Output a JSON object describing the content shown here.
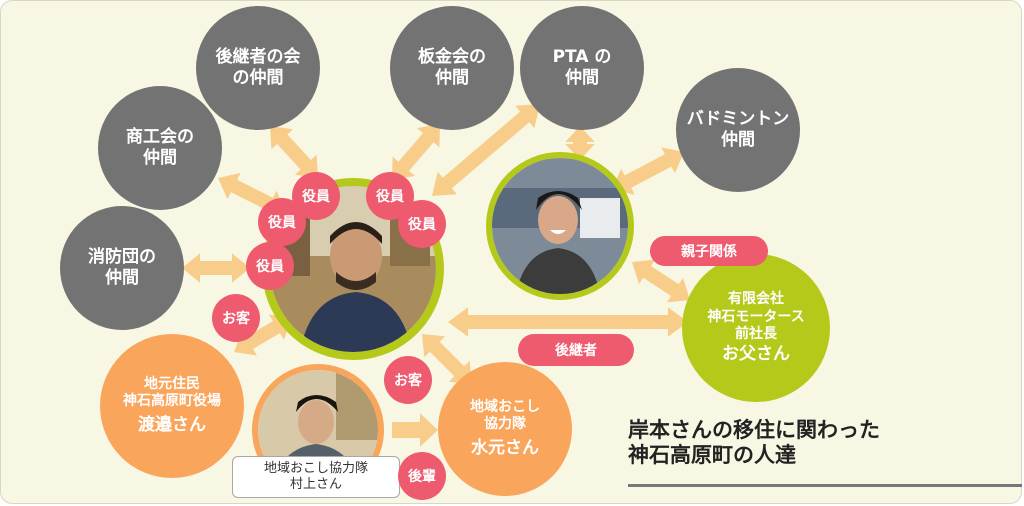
{
  "title": {
    "line1": "岸本さんの移住に関わった",
    "line2": "神石高原町の人達"
  },
  "groups": {
    "koukeisha": {
      "line1": "後継者の会",
      "line2": "の仲間"
    },
    "bankin": {
      "line1": "板金会の",
      "line2": "仲間"
    },
    "pta": {
      "line1": "PTA の",
      "line2": "仲間"
    },
    "shoukou": {
      "line1": "商工会の",
      "line2": "仲間"
    },
    "badminton": {
      "line1": "バドミントン",
      "line2": "仲間"
    },
    "shouboudan": {
      "line1": "消防団の",
      "line2": "仲間"
    }
  },
  "people": {
    "watanabe": {
      "line1": "地元住民",
      "line2": "神石高原町役場",
      "line3": "渡邉さん"
    },
    "mizumoto": {
      "line1": "地域おこし",
      "line2": "協力隊",
      "line3": "水元さん"
    },
    "father": {
      "line1": "有限会社",
      "line2": "神石モータース",
      "line3": "前社長",
      "line4": "お父さん"
    },
    "murakami": {
      "line1": "地域おこし協力隊",
      "line2": "村上さん"
    }
  },
  "tags": {
    "yakuin": "役員",
    "okyaku": "お客",
    "koukei": "後継者",
    "oyako": "親子関係",
    "kouhai": "後輩"
  },
  "colors": {
    "gray": "#737373",
    "orange": "#f9a55b",
    "olive": "#b5c91a",
    "tag": "#ee5a6e",
    "arrow": "#f8cd8a"
  }
}
